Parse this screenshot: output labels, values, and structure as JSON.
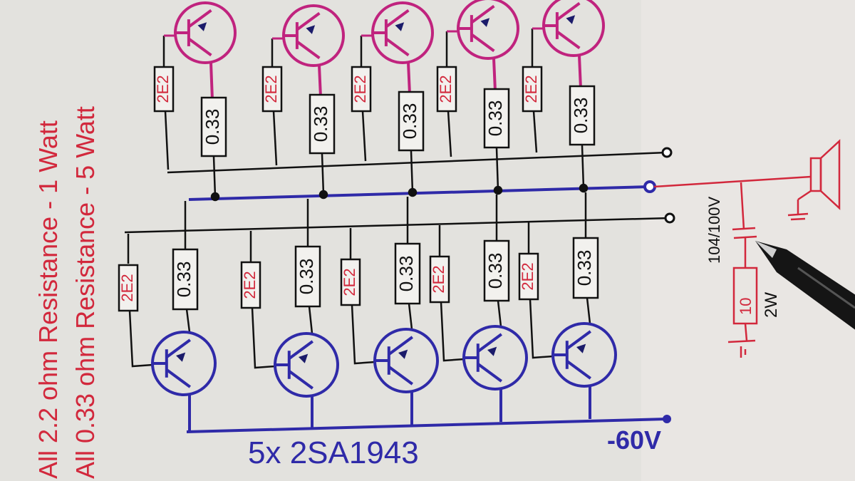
{
  "notes": {
    "line1": "All 2.2 ohm Resistance - 1 Watt",
    "line2": "All 0.33 ohm Resistance - 5 Watt"
  },
  "labels": {
    "base_resistor": "2E2",
    "emitter_resistor": "0.33",
    "transistor_count": "5x 2SA1943",
    "supply": "-60V",
    "zobel_cap": "104/100V",
    "zobel_resistor_value": "10",
    "zobel_resistor_power": "2W"
  },
  "colors": {
    "paper": "#e3e2de",
    "ink_black": "#111111",
    "ink_blue": "#2f2aa8",
    "ink_red": "#d2283c",
    "ink_magenta": "#c0237e"
  }
}
